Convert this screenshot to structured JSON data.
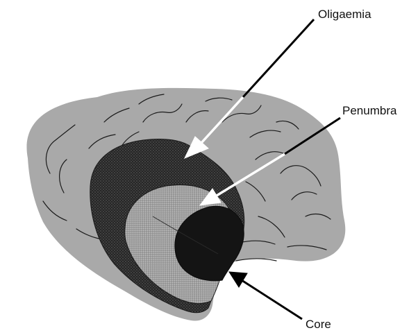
{
  "diagram": {
    "labels": {
      "oligaemia": "Oligaemia",
      "penumbra": "Penumbra",
      "core": "Core"
    },
    "colors": {
      "background": "#ffffff",
      "brain": "#a9a9a9",
      "sulci": "#1a1a1a",
      "oligaemia_zone": "#262626",
      "penumbra_zone": "#9b9b9b",
      "core_zone": "#141414",
      "arrow_fill": "#ffffff",
      "arrow_line": "#000000"
    },
    "icons": {
      "oligaemia_pointer": "white-arrow-icon",
      "penumbra_pointer": "white-arrow-icon",
      "core_pointer": "black-arrow-icon"
    }
  }
}
